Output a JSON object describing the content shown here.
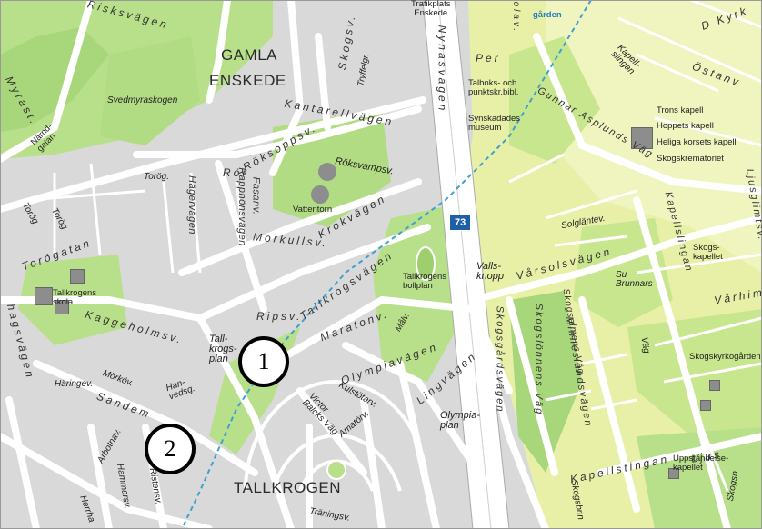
{
  "map": {
    "areas": {
      "gamla_enskede": "GAMLA\nENSKEDE",
      "gamla": "GAMLA",
      "enskede": "ENSKEDE",
      "tallkrogen": "TALLKROGEN"
    },
    "markers": [
      {
        "label": "1"
      },
      {
        "label": "2"
      }
    ],
    "road_shield": "73",
    "labels": {
      "risksvagen": "Risksvägen",
      "myrast": "Myrast.",
      "narndgatan": "Närnd-\ngatan",
      "svedmyraskogen": "Svedmyraskogen",
      "trafikplats": "Trafikplats\nEnskede",
      "garden": "gården",
      "per": "Per",
      "golav": "golav.",
      "talboks": "Talboks- och\npunktskr.bibl.",
      "synskadades": "Synskadades\nmuseum",
      "nynasvagen": "Nynäsvägen",
      "kapellslingan_top": "Kapell-\nslingan",
      "ostanvag": "Östanv",
      "dkyrko": "D Kyrk",
      "trons": "Trons kapell",
      "hoppets": "Hoppets kapell",
      "heliga": "Heliga korsets kapell",
      "skogskrematoriet": "Skogskrematoriet",
      "gunnar": "Gunnar Asplunds Väg",
      "skogsv": "Skogsv.",
      "tryffelgr": "Tryffelgr.",
      "kantarellvagen": "Kantarellvägen",
      "rokssoppsv": "Röksoppsv.",
      "roksvampsv": "Röksvampsv.",
      "vattentorn": "Vattentorn",
      "torog": "Torög.",
      "torog2": "Torög",
      "torog3": "Torög",
      "hagervagen": "Hägervägen",
      "rapphonsvagen": "Rapphönsvägen",
      "fasanv": "Fasanv.",
      "rorsv": "Rör",
      "morkullsv": "Morkullsv.",
      "krokvagen": "Krokvägen",
      "solglantev": "Solgläntev.",
      "kapellslingan": "Kapellslingan",
      "ljusglimtsv": "Ljusglimtsv.",
      "skogskapellet": "Skogs-\nkapellet",
      "torogatan": "Torögatan",
      "tallkrogens_skola": "Tallkrogens\nskola",
      "tallkrogsvagen": "Tallkrogsvägen",
      "tallkrogens_bollplan": "Tallkrogens\nbollplan",
      "valls_knopp": "Valls-\nknopp",
      "varsolsvagen": "Vårsolsvägen",
      "su_brunnars": "Su\nBrunnars",
      "varhim": "Vårhim",
      "hagsvagen": "hagsvägen",
      "kaggeholmsv": "Kaggeholmsv.",
      "ripsv": "Ripsv.",
      "tallkrogsplan": "Tall-\nkrogs-\nplan",
      "maratonv": "Maratonv.",
      "malv": "Målv.",
      "olympiavagen": "Olympiavägen",
      "skogsgardsvagen": "Skogsgårdsvägen",
      "skogslonnens": "Skogslönnens Väg",
      "skogsalmens": "Skogsalmens Väg",
      "minnesslundsvagen": "Minneslundsvägen",
      "vag": "Väg",
      "skogskyrkogarden": "Skogskyrkogården",
      "haringev": "Häringev.",
      "morkov": "Mörköv.",
      "hanvedsg": "Han-\nvedsg.",
      "sandem": "Sandem",
      "kulstotarv": "Kulstötarv.",
      "lingvagen": "Lingvägen",
      "olympiaplan": "Olympia-\nplan",
      "viktor_balcks": "Victor\nBalcks Väg",
      "amatorv": "Amatörv.",
      "arbotnav": "Arbotnav.",
      "hammarsv": "Hammarsv.",
      "ristensv": "Ristensv.",
      "herrhagsv": "Herrha",
      "kapellstingan_low": "Kapellstingan",
      "ljus": "Ljus",
      "uppstandelsekapellet": "Uppståndelse-\nkapellet",
      "traningsv": "Träningsv.",
      "skogsb": "Skogsb",
      "skogsbrin": "Skogsbrin"
    }
  }
}
